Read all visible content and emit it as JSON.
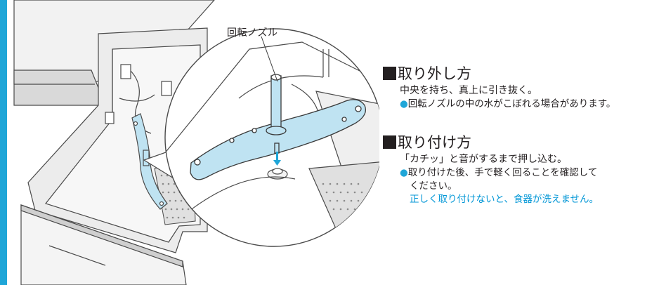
{
  "colors": {
    "accent": "#1fa6d8",
    "nozzle_fill": "#bfe3f2",
    "warning_text": "#0096d6"
  },
  "callout": {
    "label": "回転ノズル"
  },
  "removal": {
    "heading": "取り外し方",
    "instruction": "中央を持ち、真上に引き抜く。",
    "note_bullet": "●",
    "note": "回転ノズルの中の水がこぼれる場合があります。"
  },
  "installation": {
    "heading": "取り付け方",
    "instruction": "「カチッ」と音がするまで押し込む。",
    "note_bullet": "●",
    "note_line1": "取り付けた後、手で軽く回ることを確認して",
    "note_line2": "ください。",
    "warning": "正しく取り付けないと、食器が洗えません。"
  }
}
